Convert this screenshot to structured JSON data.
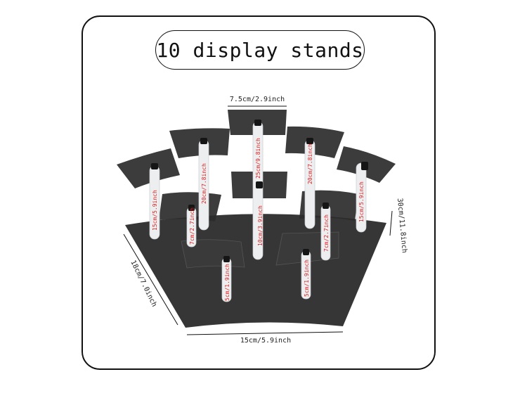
{
  "title": "10 display stands",
  "dimensions": {
    "top_width": "7.5cm/2.9inch",
    "base_width": "15cm/5.9inch",
    "base_depth": "18cm/7.0inch",
    "total_height": "30cm/11.8inch"
  },
  "rod_labels": {
    "r1": "15cm/5.9inch",
    "r2": "20cm/7.8inch",
    "r3": "25cm/9.8inch",
    "r4": "20cm/7.8inch",
    "r5": "15cm/5.9inch",
    "r6": "7cm/2.7inch",
    "r7": "10cm/3.9inch",
    "r8": "7cm/2.7inch",
    "r9": "5cm/1.9inch",
    "r10": "5cm/1.9inch"
  },
  "colors": {
    "acrylic": "#2b2b2b",
    "rod": "#e8eaec",
    "dimension_line": "#111111",
    "label_red": "#e02020"
  }
}
